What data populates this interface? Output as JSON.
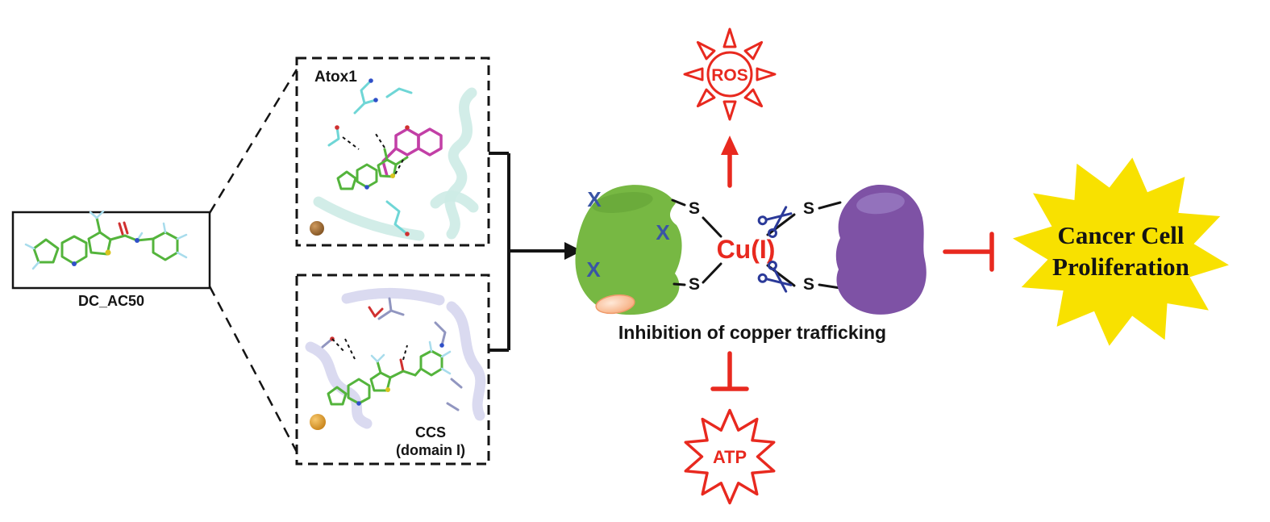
{
  "compound": {
    "label": "DC_AC50"
  },
  "panels": {
    "atox1": {
      "label": "Atox1"
    },
    "ccs": {
      "label": "CCS",
      "sublabel": "(domain I)"
    }
  },
  "complex": {
    "cu": "Cu(I)",
    "x_top": "X",
    "x_right": "X",
    "x_left": "X",
    "s_left_top": "S",
    "s_left_bottom": "S",
    "s_right_top": "S",
    "s_right_bottom": "S",
    "caption": "Inhibition of copper trafficking"
  },
  "effects": {
    "ros": "ROS",
    "atp": "ATP"
  },
  "outcome": {
    "line1": "Cancer Cell",
    "line2": "Proliferation"
  },
  "colors": {
    "green_protein": "#77b843",
    "purple_protein": "#7e52a5",
    "accent_red": "#e8291f",
    "x_blue": "#3a55a5",
    "scissors_blue": "#2b3a99",
    "star_yellow": "#f8e100",
    "ligand_green": "#54b43c",
    "ligand_magenta": "#c23fa6",
    "copper_brown": "#a06a2c",
    "metal_orange": "#e8a23a"
  }
}
